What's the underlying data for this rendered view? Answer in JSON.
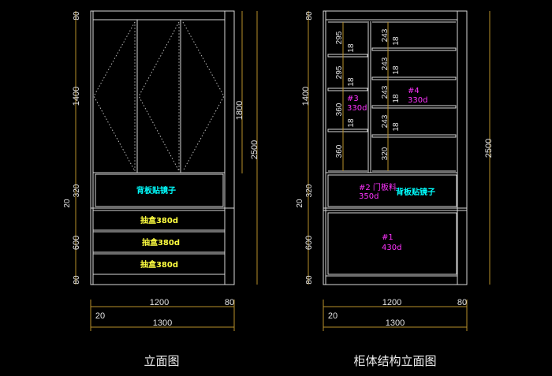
{
  "left": {
    "title": "立面图",
    "mirror_label": "背板贴镜子",
    "drawers": [
      "抽盒380d",
      "抽盒380d",
      "抽盒380d"
    ],
    "vdims": [
      "80",
      "1400",
      "320",
      "20",
      "600",
      "80"
    ],
    "dim_1800": "1800",
    "dim_2500": "2500",
    "hdims": {
      "inner": "1200",
      "side": "80",
      "offset": "20",
      "total": "1300"
    }
  },
  "right": {
    "title": "柜体结构立面图",
    "mirror_label": "背板贴镜子",
    "vdims": [
      "80",
      "1400",
      "320",
      "20",
      "600",
      "80"
    ],
    "dim_2500": "2500",
    "left_col": [
      "295",
      "18",
      "295",
      "18",
      "360",
      "18",
      "360"
    ],
    "right_col": [
      "243",
      "18",
      "243",
      "18",
      "243",
      "18",
      "243",
      "18",
      "320"
    ],
    "tag3": {
      "id": "#3",
      "depth": "330d"
    },
    "tag4": {
      "id": "#4",
      "depth": "330d"
    },
    "tag2": {
      "id": "#2 门板料",
      "depth": "350d"
    },
    "tag1": {
      "id": "#1",
      "depth": "430d"
    },
    "hdims": {
      "inner": "1200",
      "side": "80",
      "offset": "20",
      "total": "1300"
    }
  },
  "colors": {
    "dimension": "#b8902a",
    "mirror": "#00ffff",
    "drawer": "#ffff40",
    "tag": "#ff33ff"
  }
}
